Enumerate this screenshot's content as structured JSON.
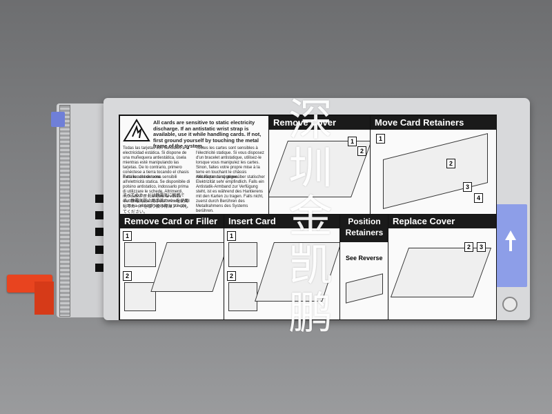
{
  "label": {
    "warning_title": "All cards are sensitive to static electricity discharge. If an antistatic wrist strap is available, use it while handling cards. If not, first ground yourself by touching the metal frame of the system.",
    "warning_es": "Todas las tarjetas son sensibles a la electricidad estática. Si dispone de una muñequera antiestática, úsela mientras esté manipulando las tarjetas. De lo contrario, primero conéctese a tierra tocando el chasis metálico del sistema.",
    "warning_fr": "Toutes les cartes sont sensibles à l'électricité statique. Si vous disposez d'un bracelet antistatique, utilisez-le lorsque vous manipulez les cartes. Sinon, faites votre propre mise à la terre en touchant le châssis métallique du système.",
    "warning_it": "Tutte le schede sono sensibili all'elettricità statica. Se disponibile di polsino antistatico, indossarlo prima di utilizzare le schede. Altrimenti, ricordatevi di scaricare la vostra elettricità sulla struttura metallica del sistema prima di toccare le schede.",
    "warning_de": "Alle Karten sind gegenüber statischer Elektrizität sehr empfindlich. Falls ein Antistatik-Armband zur Verfügung steht, ist es während des Hantierens mit den Karten zu tragen. Falls nicht, zuerst durch Berühren des Metallrahmens des Systems berühren.",
    "warning_ja": "すべてのカードは静電気に敏感です。静電気防止用手首カバーを使用してカードを取り扱う際はアースしてください。",
    "panels": {
      "remove_cover": "Remove Cover",
      "move_card_retainers": "Move Card Retainers",
      "remove_card_or_filler": "Remove Card or Filler",
      "insert_card": "Insert Card",
      "position_retainers": "Position Retainers",
      "replace_cover": "Replace Cover",
      "see_reverse": "See Reverse"
    },
    "step_numbers": [
      "1",
      "2",
      "3",
      "4"
    ]
  },
  "watermark": [
    "深",
    "圳",
    "金",
    "凯",
    "鹏"
  ],
  "colors": {
    "handle": "#e8441f",
    "release_pad": "#8d9ee8",
    "tray": "#d8d9db",
    "background": "#7f8082"
  },
  "icons": [
    "esd-warning-icon",
    "arrow-up-icon"
  ]
}
